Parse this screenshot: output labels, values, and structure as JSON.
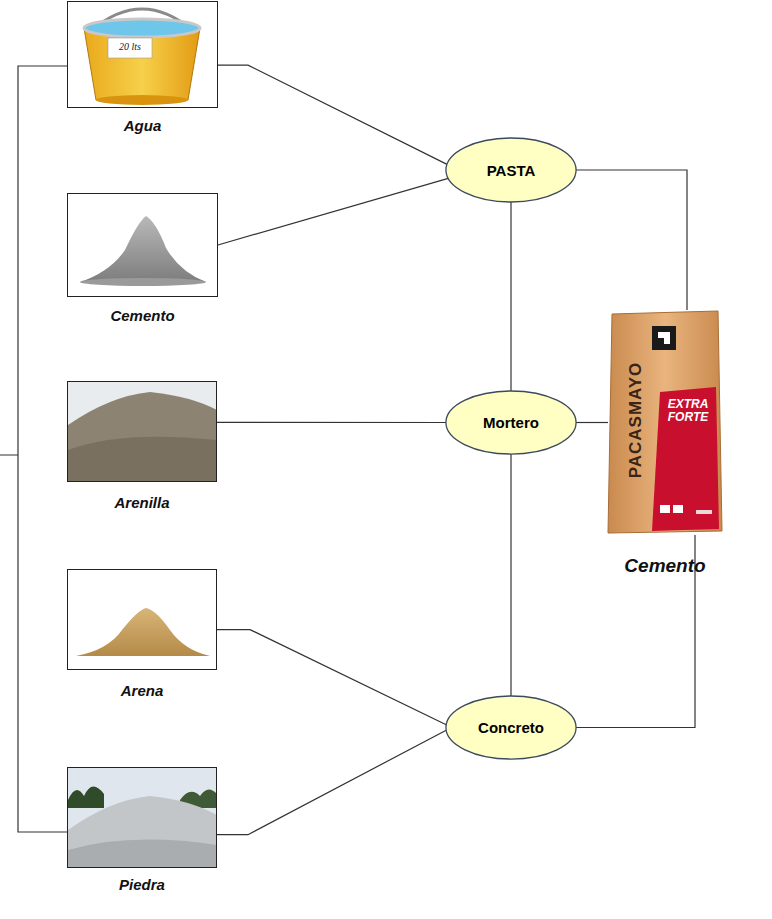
{
  "diagram": {
    "nodes": [
      {
        "text": [
          "Agua"
        ]
      },
      {
        "text": [
          "Cemento"
        ]
      },
      {
        "text": [
          "Arenilla"
        ]
      },
      {
        "text": [
          "Arena"
        ]
      },
      {
        "text": [
          "Piedra"
        ]
      },
      {
        "text": [
          "PASTA"
        ]
      },
      {
        "text": [
          "Mortero"
        ]
      },
      {
        "text": [
          "Concreto"
        ]
      },
      {
        "text": [
          "Cemento"
        ]
      }
    ],
    "edges": [
      {
        "from": 0,
        "to": 5,
        "arrow": "none"
      },
      {
        "from": 1,
        "to": 5,
        "arrow": "none"
      },
      {
        "from": 2,
        "to": 6,
        "arrow": "none"
      },
      {
        "from": 3,
        "to": 7,
        "arrow": "none"
      },
      {
        "from": 4,
        "to": 7,
        "arrow": "none"
      },
      {
        "from": 5,
        "to": 6,
        "arrow": "none"
      },
      {
        "from": 6,
        "to": 7,
        "arrow": "none"
      },
      {
        "from": 5,
        "to": 8,
        "arrow": "none"
      },
      {
        "from": 6,
        "to": 8,
        "arrow": "none"
      },
      {
        "from": 7,
        "to": 8,
        "arrow": "none"
      }
    ],
    "labels": [
      "20 lts",
      "PACASMAYO",
      "EXTRA FORTE"
    ]
  }
}
